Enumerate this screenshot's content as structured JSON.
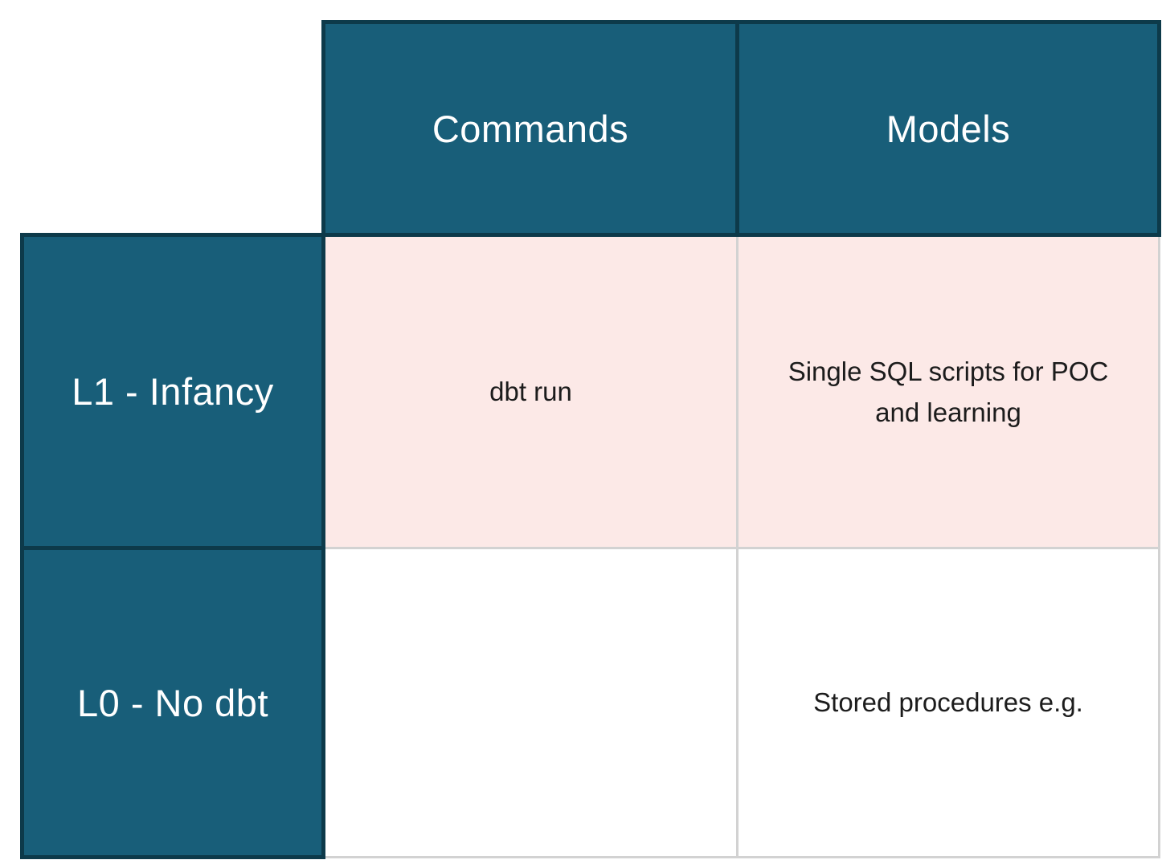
{
  "colors": {
    "header_background": "#185e79",
    "header_border": "#0d3a4a",
    "highlight_row_background": "#fce9e7",
    "grid_border": "#d2d2d2",
    "header_text": "#ffffff",
    "body_text": "#1c1c1c"
  },
  "table": {
    "column_headers": [
      {
        "label": "Commands"
      },
      {
        "label": "Models"
      }
    ],
    "rows": [
      {
        "label": "L1 - Infancy",
        "commands": "dbt run",
        "models": "Single SQL scripts for POC\nand learning"
      },
      {
        "label": "L0 - No dbt",
        "commands": "",
        "models": "Stored procedures e.g."
      }
    ]
  },
  "chart_data": {
    "type": "table",
    "title": "",
    "columns": [
      "",
      "Commands",
      "Models"
    ],
    "cells": [
      [
        "L1 - Infancy",
        "dbt run",
        "Single SQL scripts for POC and learning"
      ],
      [
        "L0 - No dbt",
        "",
        "Stored procedures e.g."
      ]
    ]
  }
}
